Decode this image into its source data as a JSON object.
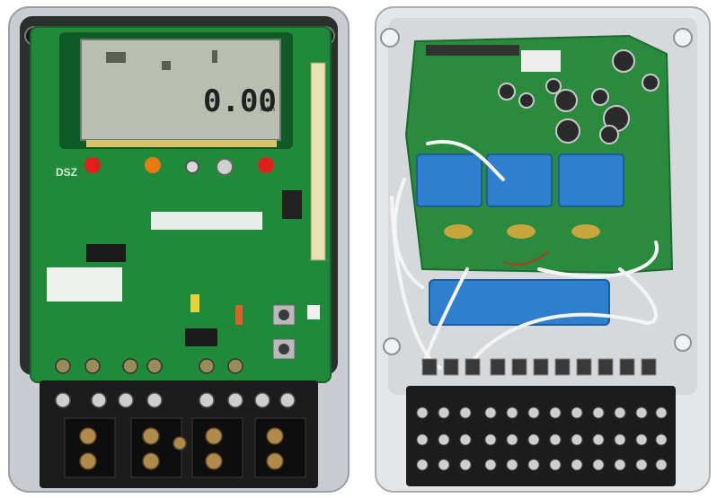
{
  "left_meter": {
    "lcd_reading": "0.00",
    "lcd_unit": "kWh",
    "board_marking": "DSZ",
    "colors": {
      "board": "#1f8a3a",
      "board_dark": "#15652b",
      "case": "#cfd3d6",
      "lcd": "#b8bfb0",
      "terminal_block": "#1c1c1c",
      "led_red": "#e0201a",
      "led_orange": "#e87a12"
    }
  },
  "right_meter": {
    "colors": {
      "board": "#2a8a3e",
      "case": "#e4e6e8",
      "transformer": "#2f7fcf",
      "capacitor": "#2b2b2b",
      "terminal_block": "#1c1c1c",
      "wire": "#f4f4f4"
    }
  }
}
